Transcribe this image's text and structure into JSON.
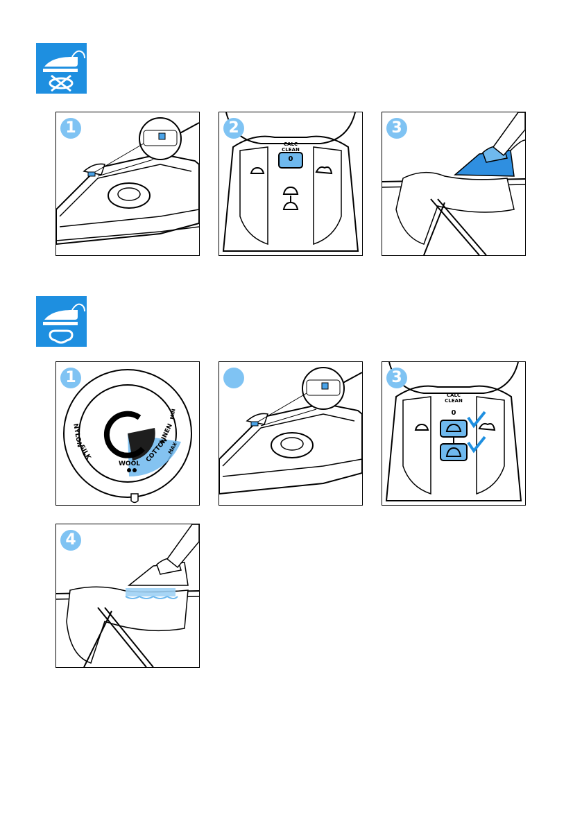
{
  "sections": [
    {
      "icon": "steam-iron-no-steam-icon",
      "steps": [
        {
          "number": "1"
        },
        {
          "number": "2",
          "dial_label_line1": "CALC",
          "dial_label_line2": "CLEAN",
          "dial_value": "0"
        },
        {
          "number": "3"
        }
      ]
    },
    {
      "icon": "steam-iron-steam-icon",
      "steps": [
        {
          "number": "1",
          "dial_labels": [
            "NYLON",
            "SILK",
            "WOOL",
            "COTTON",
            "LINEN",
            "MAX",
            "MIN"
          ]
        },
        {
          "number": ""
        },
        {
          "number": "3",
          "dial_label_line1": "CALC",
          "dial_label_line2": "CLEAN",
          "dial_value": "0"
        },
        {
          "number": "4"
        }
      ]
    }
  ],
  "colors": {
    "accent": "#1e8fe0",
    "badge": "#7fc3f3",
    "highlight": "#6fb9ee"
  }
}
